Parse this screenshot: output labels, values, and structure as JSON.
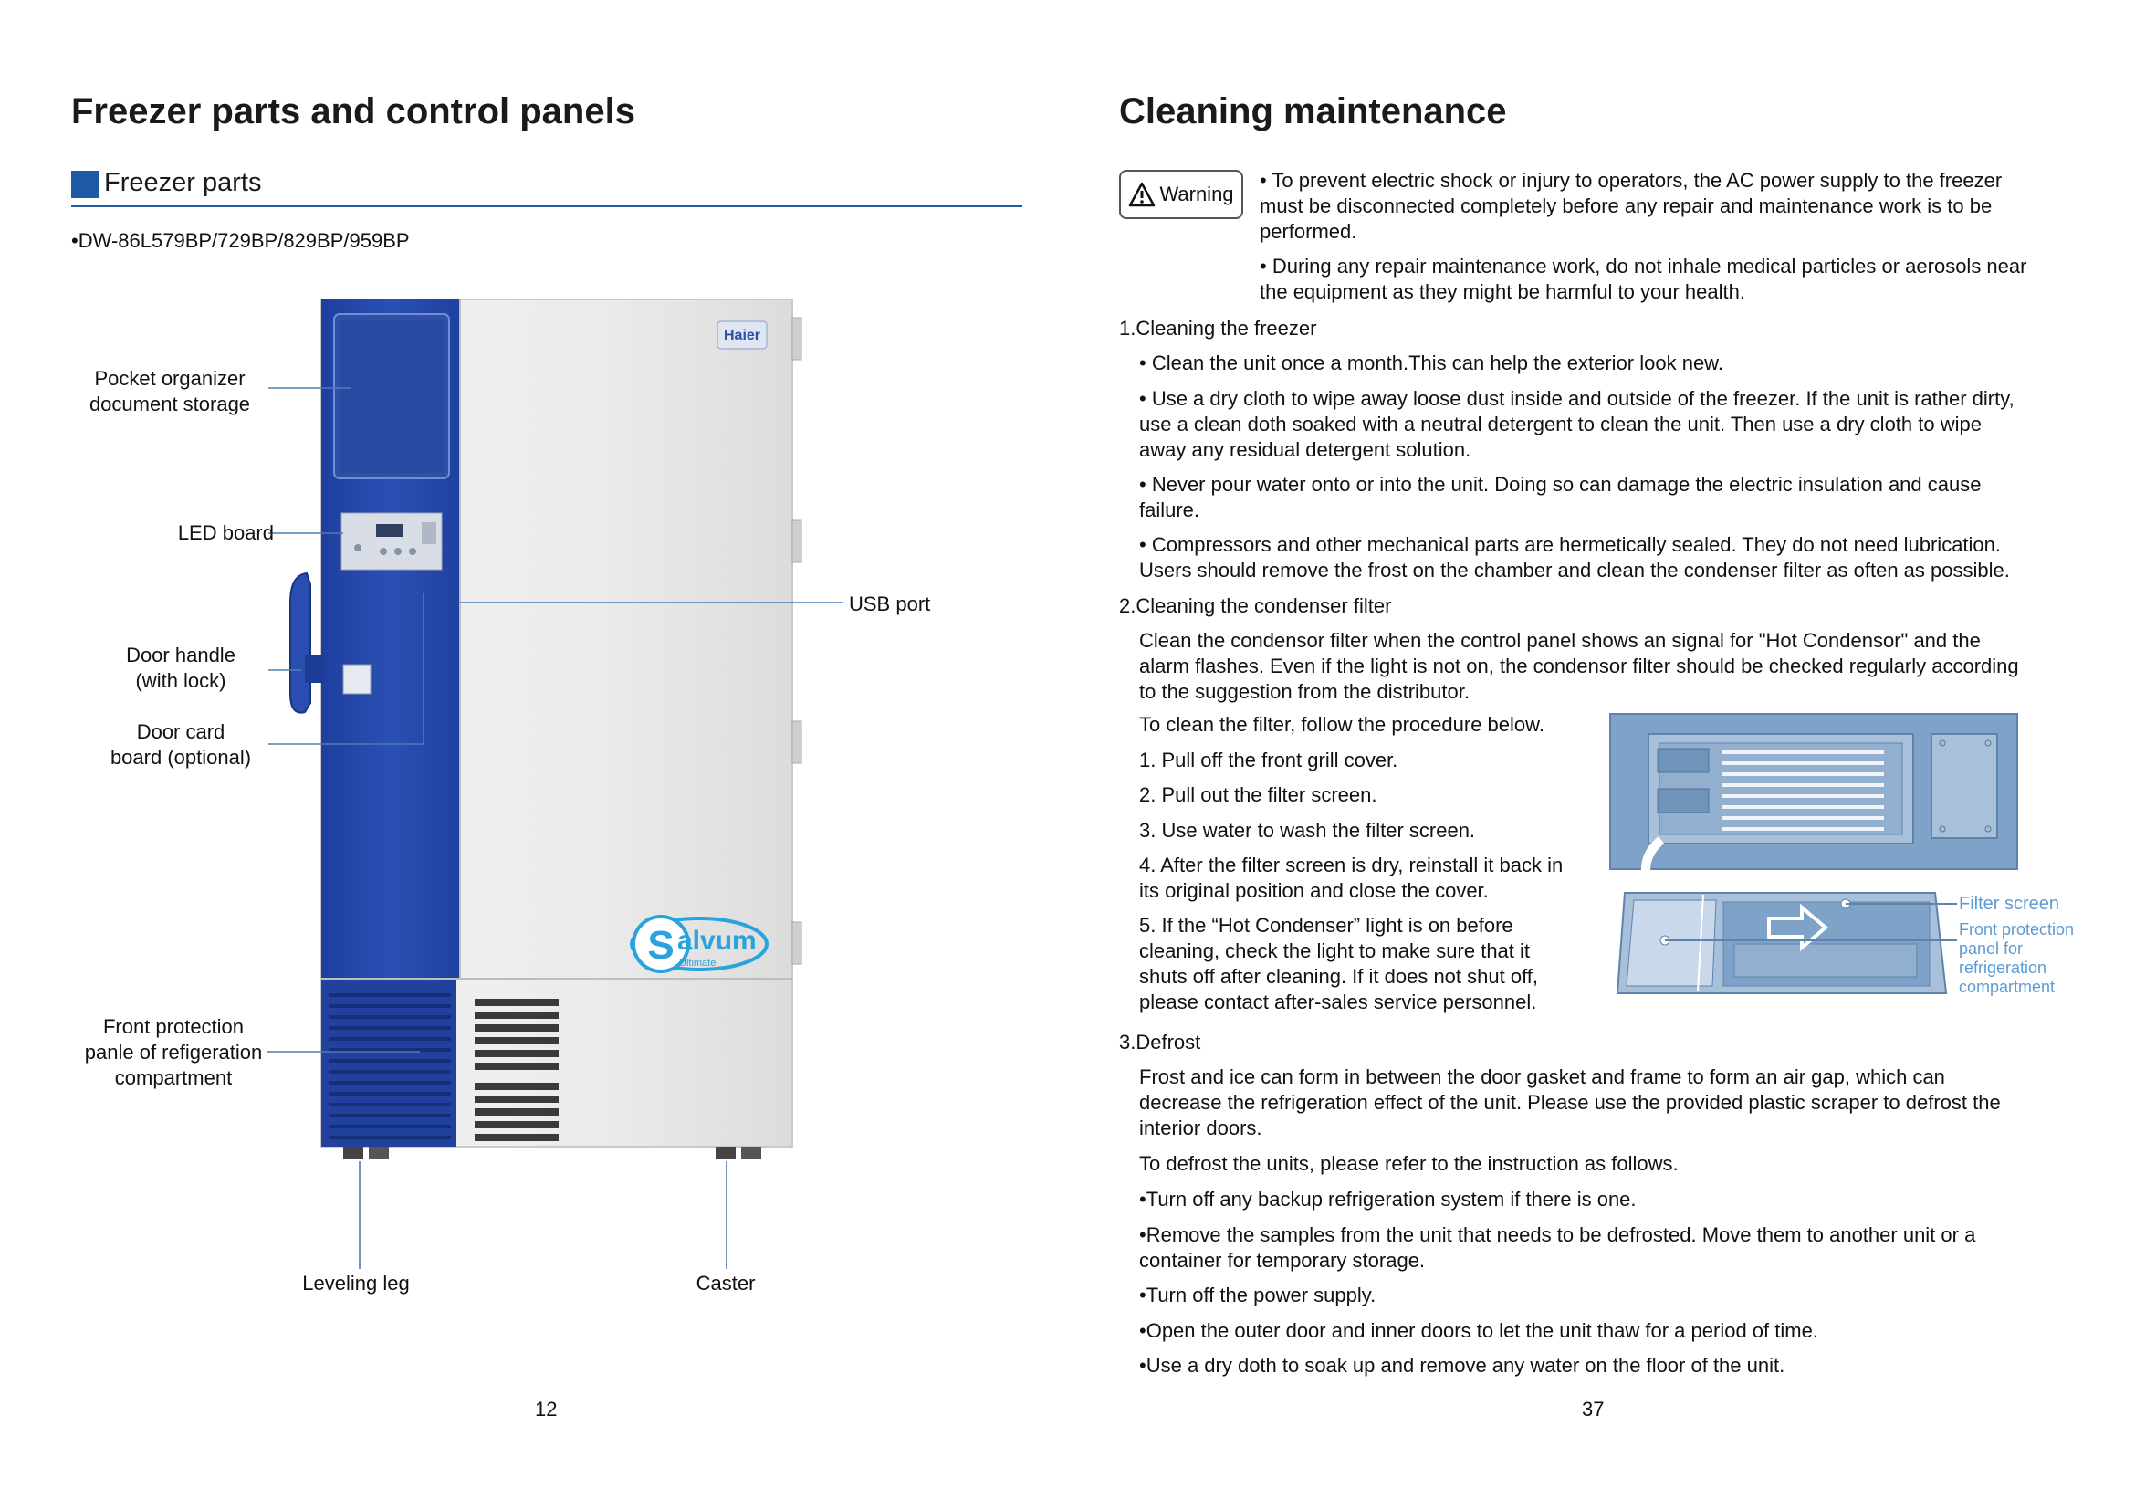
{
  "left": {
    "title": "Freezer parts and control panels",
    "section_title": "Freezer parts",
    "model": "•DW-86L579BP/729BP/829BP/959BP",
    "labels": {
      "pocket_1": "Pocket organizer",
      "pocket_2": "document storage",
      "led": "LED board",
      "handle_1": "Door handle",
      "handle_2": "(with lock)",
      "card_1": "Door card",
      "card_2": "board (optional)",
      "usb": "USB port",
      "front_1": "Front protection",
      "front_2": "panle of refigeration",
      "front_3": "compartment",
      "leveling": "Leveling leg",
      "caster": "Caster"
    },
    "freezer": {
      "brand": "Haier",
      "logo_text": "alvum",
      "logo_s": "S",
      "logo_sub": "Ultimate"
    },
    "page_number": "12"
  },
  "right": {
    "title": "Cleaning maintenance",
    "warning_label": "Warning",
    "warning_1": [
      "• To prevent electric shock or injury to operators, the AC power supply to the freezer",
      "must be disconnected completely before any repair and maintenance work is to be",
      "performed."
    ],
    "warning_2": [
      "• During any repair maintenance work, do not inhale medical particles or aerosols near",
      "the equipment as they might be harmful to your health."
    ],
    "s1_title": "1.Cleaning the freezer",
    "s1_b1": [
      "• Clean the unit once a month.This can help the exterior look new."
    ],
    "s1_b2": [
      "• Use a dry cloth to wipe away loose dust inside and outside of the freezer. If the unit is rather dirty,",
      "use a clean doth soaked with a neutral detergent to clean the unit. Then use a dry cloth to wipe",
      "away any residual detergent solution."
    ],
    "s1_b3": [
      "• Never pour water onto or into the unit. Doing so can damage the electric insulation and cause",
      "failure."
    ],
    "s1_b4": [
      "• Compressors and other mechanical parts are hermetically sealed.  They do not need lubrication.",
      "Users should remove the frost on the chamber and clean the condenser filter as often as possible."
    ],
    "s2_title": "2.Cleaning the condenser filter",
    "s2_p1": [
      "Clean the condensor filter when the control panel shows an signal for \"Hot Condensor\" and the",
      "alarm flashes. Even if the light is not on, the condensor filter should be checked regularly according",
      "to the suggestion from the distributor."
    ],
    "s2_p2": [
      "To clean the filter, follow the procedure below."
    ],
    "s2_st1": [
      "1. Pull off the front grill cover."
    ],
    "s2_st2": [
      "2. Pull out the filter screen."
    ],
    "s2_st3": [
      "3. Use water to wash the filter screen."
    ],
    "s2_st4": [
      "4. After the filter screen is dry, reinstall it back in",
      "its original position and close the cover."
    ],
    "s2_st5": [
      "5. If the “Hot Condenser” light is on before",
      "cleaning, check the light to make sure that it",
      "shuts off after cleaning. If it does not shut off,",
      "please contact after-sales service personnel."
    ],
    "diagram": {
      "filter_screen": "Filter screen",
      "front_panel": [
        "Front protection",
        "panel for",
        "refrigeration",
        "compartment"
      ]
    },
    "s3_title": "3.Defrost",
    "s3_p1": [
      "Frost and ice can form in between the door gasket and frame to form an air gap, which can",
      "decrease the refrigeration effect of the unit. Please use the provided plastic scraper to defrost the",
      "interior doors."
    ],
    "s3_p2": [
      "To defrost the units, please refer to the instruction as follows."
    ],
    "s3_b1": [
      "•Turn off any backup refrigeration system if there is one."
    ],
    "s3_b2": [
      "•Remove the samples from the unit that needs to be defrosted. Move them to another unit or a",
      "container for temporary storage."
    ],
    "s3_b3": [
      "•Turn off the power supply."
    ],
    "s3_b4": [
      "•Open the outer door and inner doors to let the unit thaw for a period of time."
    ],
    "s3_b5": [
      "•Use a dry doth to soak up and remove any water on the floor of the unit."
    ],
    "page_number": "37"
  }
}
